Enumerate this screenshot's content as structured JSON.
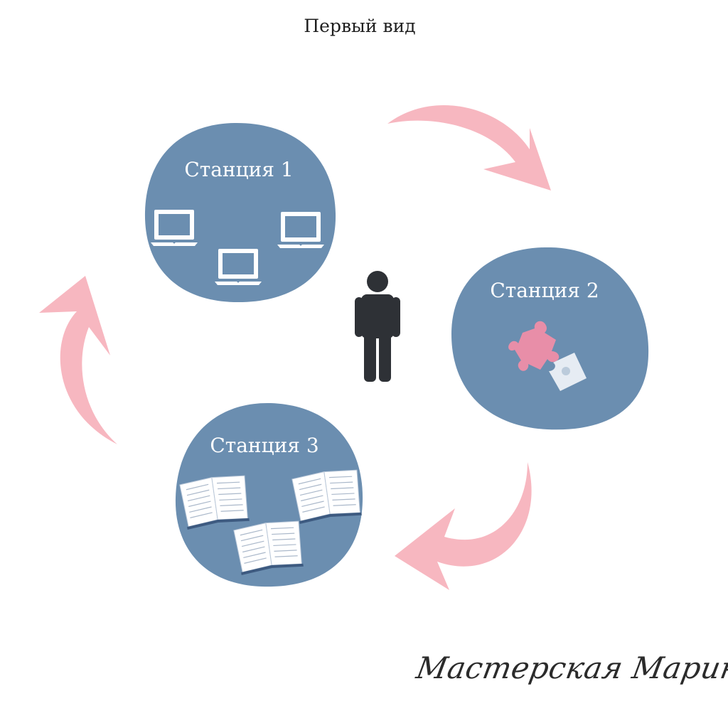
{
  "header": {
    "title": "Первый вид"
  },
  "stations": [
    {
      "label": "Станция 1",
      "icon": "laptop-icon"
    },
    {
      "label": "Станция 2",
      "icon": "puzzle-icon"
    },
    {
      "label": "Станция 3",
      "icon": "book-icon"
    }
  ],
  "center": {
    "icon": "person-icon"
  },
  "arrows": {
    "count": 3,
    "direction": "clockwise"
  },
  "footer": {
    "signature": "Мастерская Марины Курвитс"
  },
  "colors": {
    "station_fill": "#6b8eb0",
    "arrow": "#f7b7c0",
    "person": "#2e3136",
    "puzzle_pink": "#e88ea8",
    "puzzle_light": "#e6ecf3",
    "icon_white": "#ffffff"
  }
}
